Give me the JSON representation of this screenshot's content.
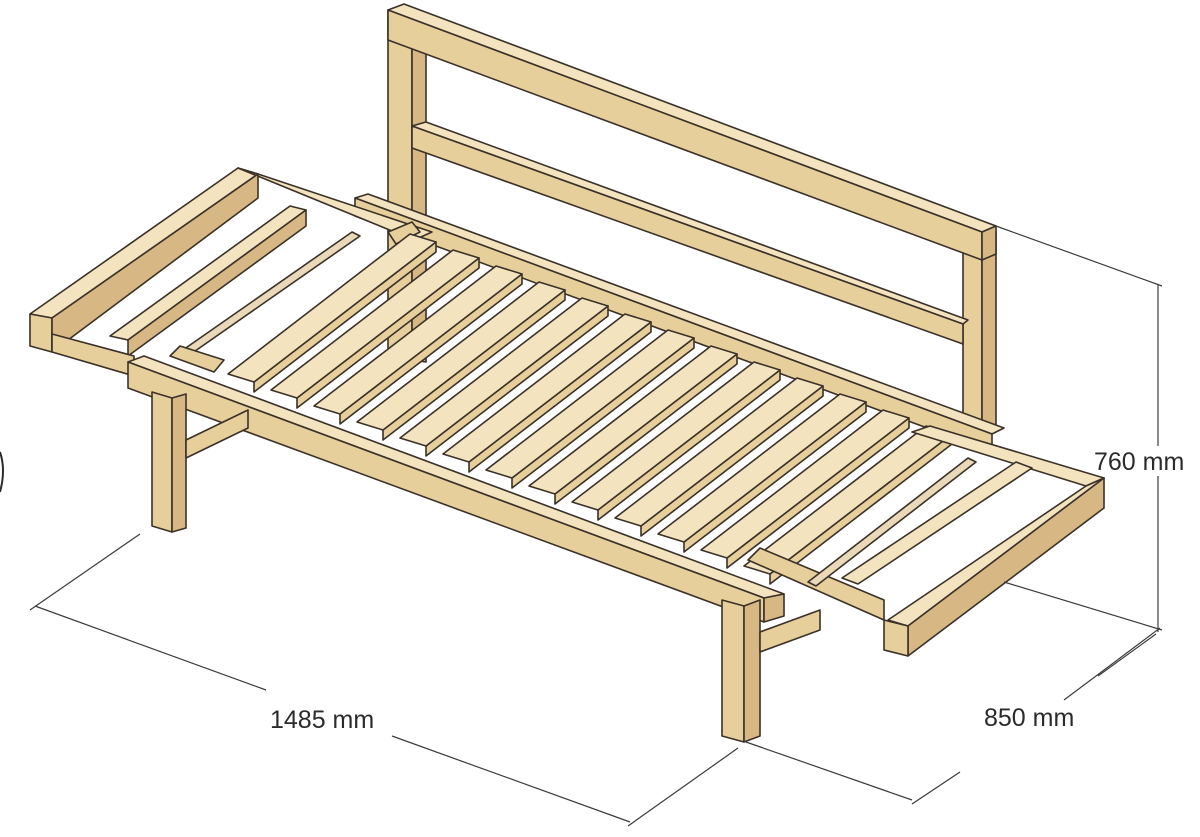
{
  "dimensions": {
    "length": "1485 mm",
    "depth": "850 mm",
    "height": "760 mm"
  },
  "colors": {
    "wood_top": "#f3e3bf",
    "wood_front": "#e7cf9c",
    "wood_side": "#d7b884",
    "rod": "#e9d9b8",
    "line": "#3a3128",
    "dimension_line": "#3c3c3c"
  }
}
